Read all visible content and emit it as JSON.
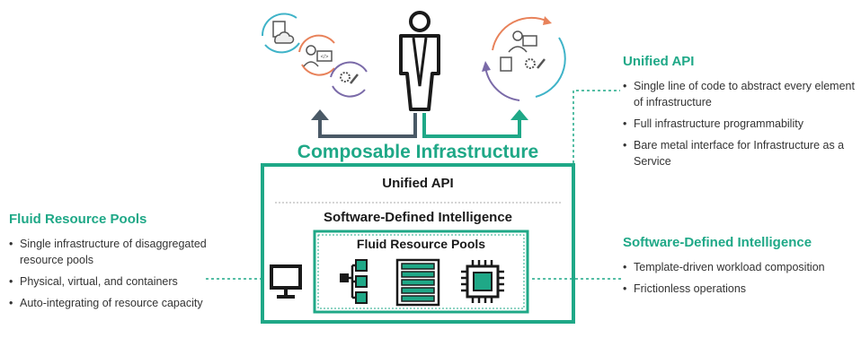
{
  "main": {
    "title": "Composable Infrastructure",
    "layer_api": "Unified API",
    "layer_sdi": "Software-Defined Intelligence",
    "layer_pools": "Fluid Resource Pools"
  },
  "left_panel": {
    "title": "Fluid Resource Pools",
    "bullets": [
      "Single infrastructure of disaggregated resource pools",
      "Physical, virtual, and containers",
      "Auto-integrating of resource capacity"
    ]
  },
  "right_top_panel": {
    "title": "Unified API",
    "bullets": [
      "Single line of code to abstract every element of infrastructure",
      "Full infrastructure programmability",
      "Bare metal interface for Infrastructure as a Service"
    ]
  },
  "right_bottom_panel": {
    "title": "Software-Defined Intelligence",
    "bullets": [
      "Template-driven workload composition",
      "Frictionless operations"
    ]
  },
  "icons": {
    "person": "person-icon",
    "monitor": "monitor-icon",
    "hierarchy": "hierarchy-icon",
    "storage": "storage-icon",
    "chip": "chip-icon",
    "cloud_doc": "cloud-document-icon",
    "developer": "developer-icon",
    "settings": "gear-wrench-icon"
  },
  "colors": {
    "accent": "#1fa887",
    "dark": "#1a1a1a",
    "arrow_dark": "#4a5966",
    "cycle_orange": "#e8825a",
    "cycle_teal": "#3fb3c8",
    "cycle_purple": "#7a6aa8"
  }
}
